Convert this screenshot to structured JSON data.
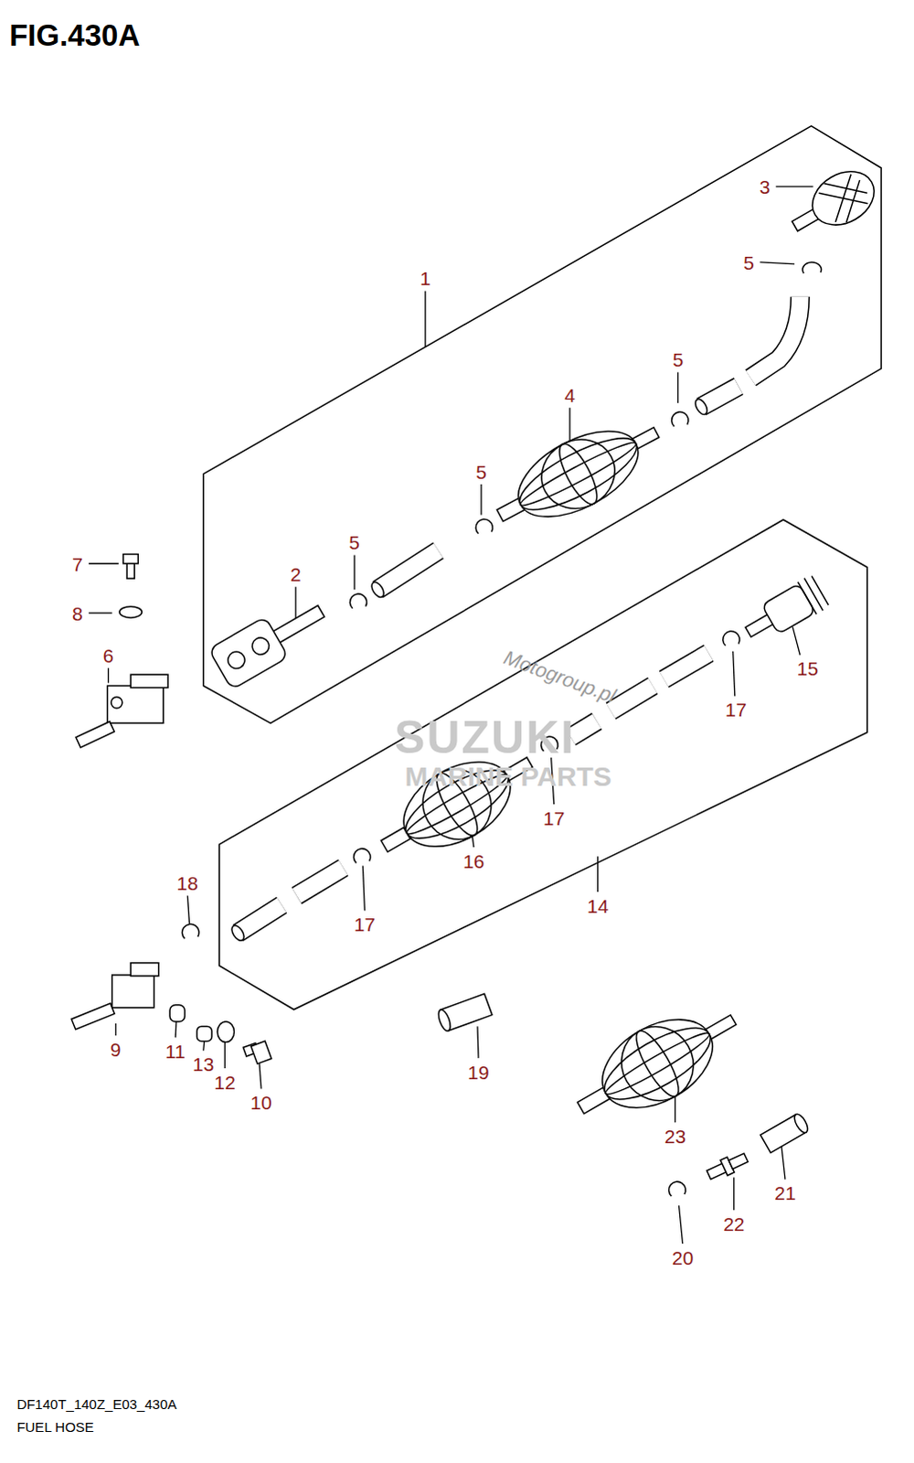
{
  "diagram": {
    "title": "FIG.430A",
    "caption": "FUEL HOSE",
    "labels": [
      "3",
      "1",
      "5",
      "5",
      "4",
      "5",
      "5",
      "7",
      "2",
      "8",
      "6",
      "15",
      "17",
      "17",
      "16",
      "18",
      "17",
      "14",
      "9",
      "11",
      "19",
      "13",
      "12",
      "10",
      "23",
      "21",
      "22",
      "20",
      "Motogroup.pl",
      "SUZUKI",
      "MARINE PARTS",
      "DF140T_140Z_E03_430A"
    ]
  }
}
